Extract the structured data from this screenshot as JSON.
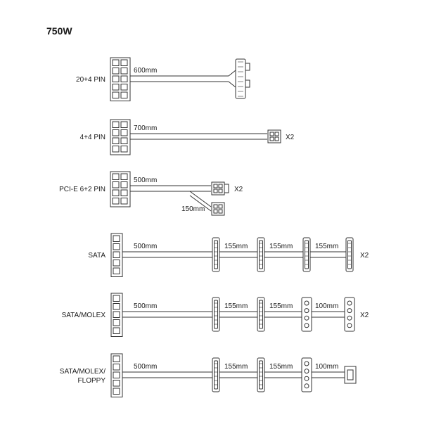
{
  "title": "750W",
  "cables": [
    {
      "label": [
        "20+4 PIN"
      ],
      "main_length": "600mm",
      "connectors": [],
      "suffix": ""
    },
    {
      "label": [
        "4+4 PIN"
      ],
      "main_length": "700mm",
      "connectors": [],
      "suffix": "X2"
    },
    {
      "label": [
        "PCI-E 6+2 PIN"
      ],
      "main_length": "500mm",
      "branch_length": "150mm",
      "connectors": [],
      "suffix": "X2"
    },
    {
      "label": [
        "SATA"
      ],
      "main_length": "500mm",
      "connectors": [
        "sata",
        "sata",
        "sata",
        "sata"
      ],
      "segments": [
        "155mm",
        "155mm",
        "155mm"
      ],
      "suffix": "X2"
    },
    {
      "label": [
        "SATA/MOLEX"
      ],
      "main_length": "500mm",
      "connectors": [
        "sata",
        "sata",
        "molex",
        "molex"
      ],
      "segments": [
        "155mm",
        "155mm",
        "100mm"
      ],
      "suffix": "X2"
    },
    {
      "label": [
        "SATA/MOLEX/",
        "FLOPPY"
      ],
      "main_length": "500mm",
      "connectors": [
        "sata",
        "sata",
        "molex",
        "floppy"
      ],
      "segments": [
        "155mm",
        "155mm",
        "100mm"
      ],
      "suffix": ""
    }
  ]
}
